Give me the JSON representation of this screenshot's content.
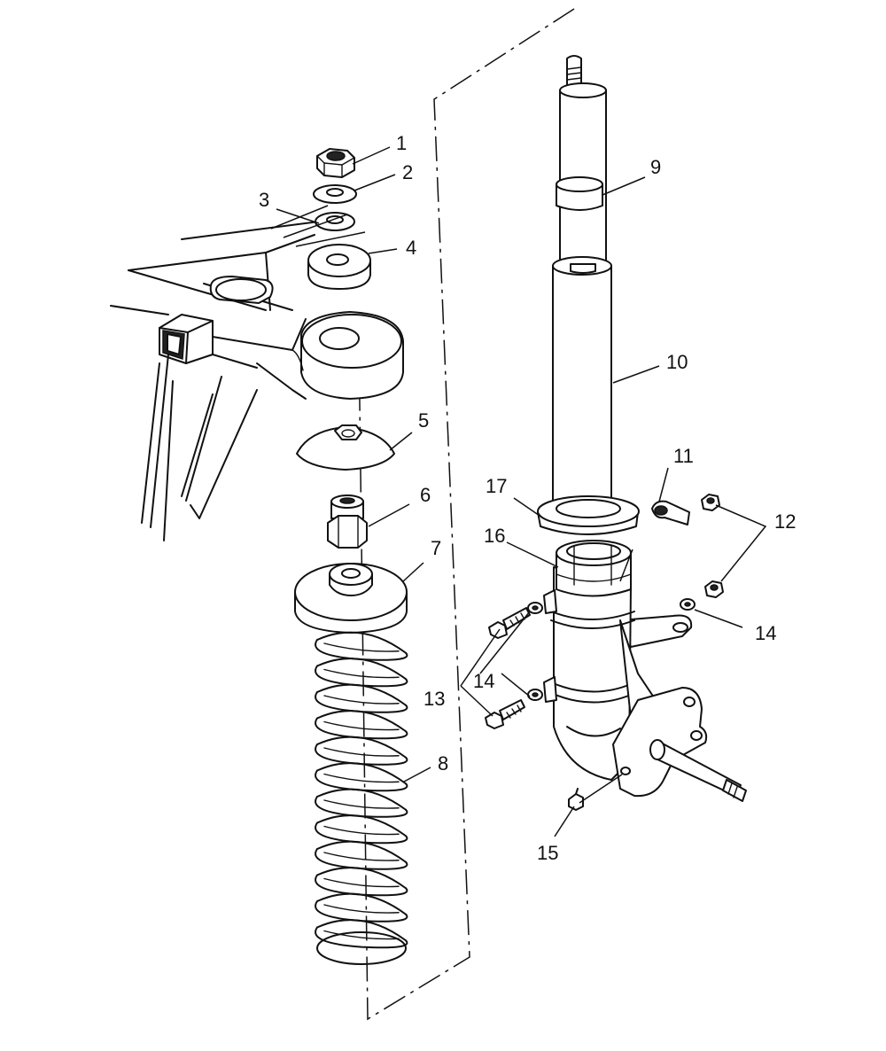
{
  "callouts": [
    {
      "id": "c1",
      "text": "1"
    },
    {
      "id": "c2",
      "text": "2"
    },
    {
      "id": "c3",
      "text": "3"
    },
    {
      "id": "c4",
      "text": "4"
    },
    {
      "id": "c5",
      "text": "5"
    },
    {
      "id": "c6",
      "text": "6"
    },
    {
      "id": "c7",
      "text": "7"
    },
    {
      "id": "c8",
      "text": "8"
    },
    {
      "id": "c9",
      "text": "9"
    },
    {
      "id": "c10",
      "text": "10"
    },
    {
      "id": "c11",
      "text": "11"
    },
    {
      "id": "c12",
      "text": "12"
    },
    {
      "id": "c13",
      "text": "13"
    },
    {
      "id": "c14a",
      "text": "14"
    },
    {
      "id": "c14b",
      "text": "14"
    },
    {
      "id": "c15",
      "text": "15"
    },
    {
      "id": "c16",
      "text": "16"
    },
    {
      "id": "c17",
      "text": "17"
    }
  ]
}
